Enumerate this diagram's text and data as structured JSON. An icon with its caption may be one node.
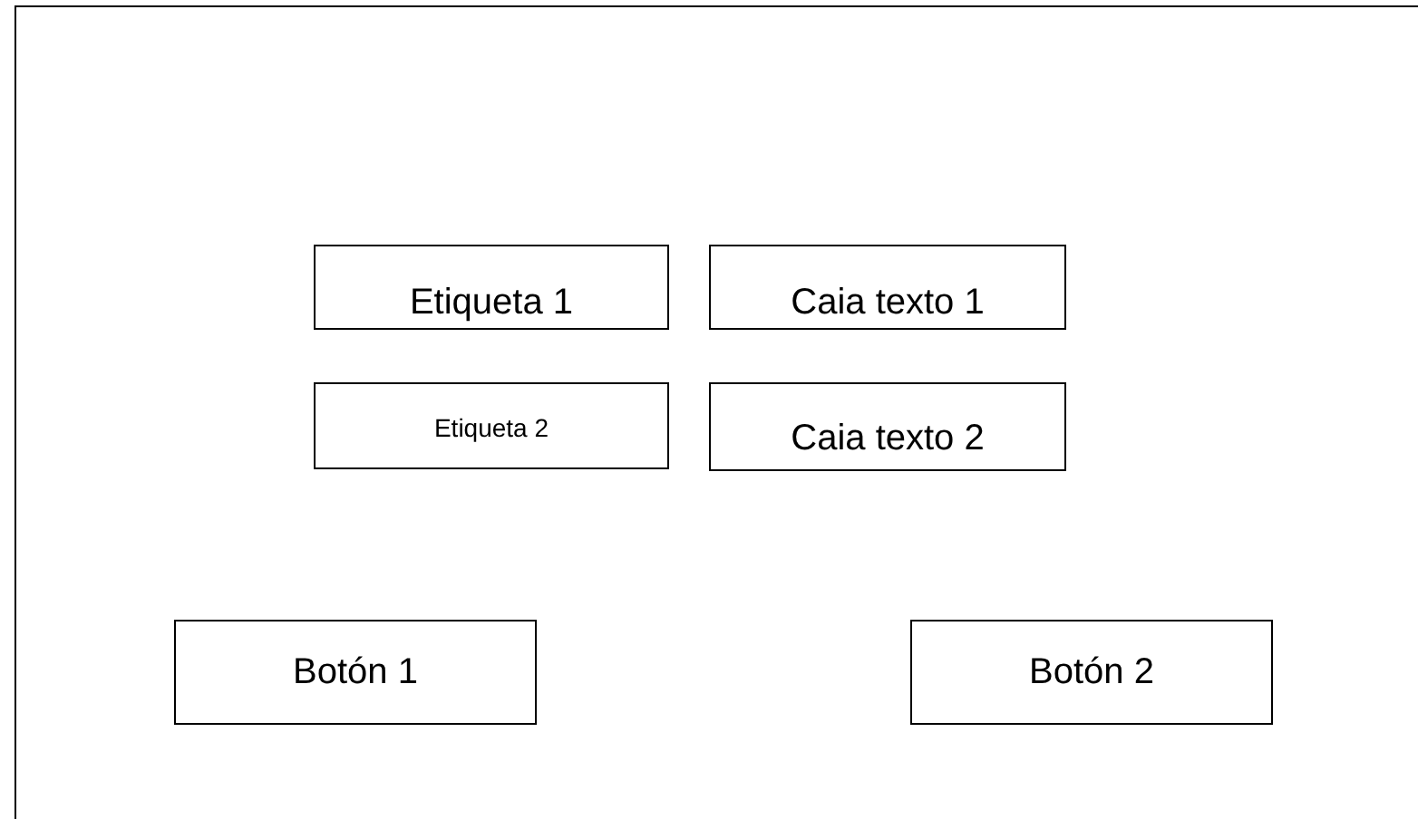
{
  "diagram": {
    "nodes": [
      {
        "text": [],
        "shape": "box"
      },
      {
        "text": [
          "Etiqueta 1"
        ],
        "in": 0
      },
      {
        "text": [
          "Caia texto 1"
        ],
        "in": 0
      },
      {
        "text": [
          "Etiqueta 2"
        ],
        "in": 0
      },
      {
        "text": [
          "Caia texto 2"
        ],
        "in": 0
      },
      {
        "text": [
          "Botón 1"
        ],
        "in": 0
      },
      {
        "text": [
          "Botón 2"
        ],
        "in": 0
      }
    ]
  }
}
